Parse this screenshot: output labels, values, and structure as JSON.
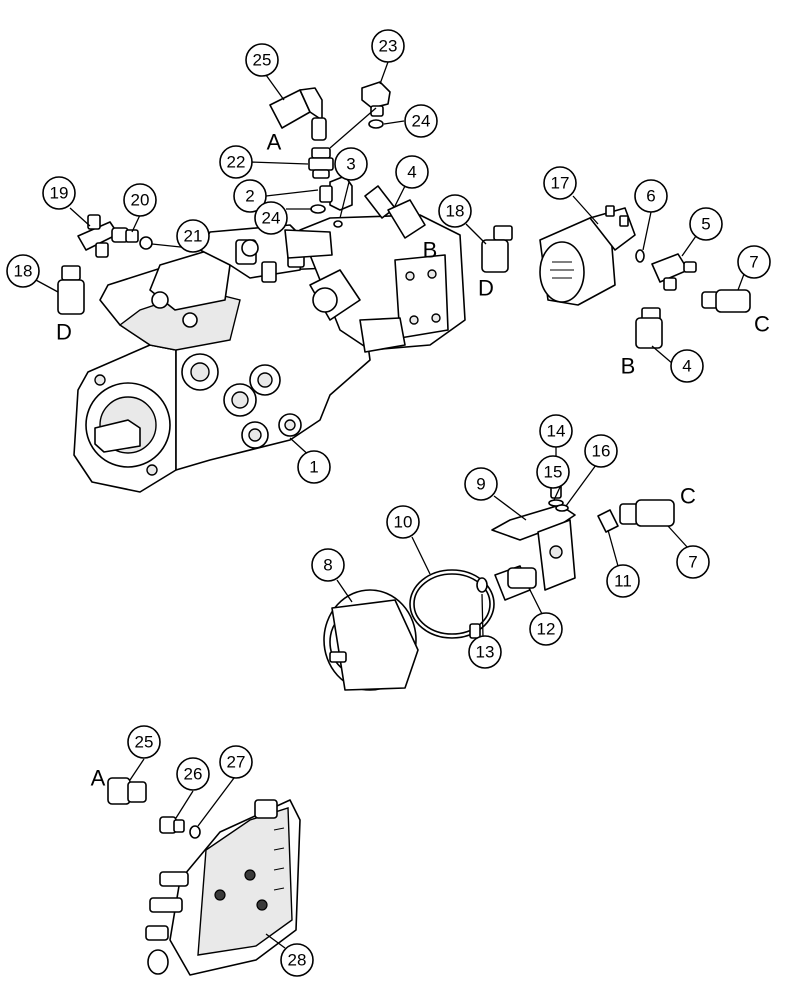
{
  "callouts": [
    {
      "id": "c1",
      "label": "1"
    },
    {
      "id": "c2",
      "label": "2"
    },
    {
      "id": "c3",
      "label": "3"
    },
    {
      "id": "c4a",
      "label": "4"
    },
    {
      "id": "c4b",
      "label": "4"
    },
    {
      "id": "c5",
      "label": "5"
    },
    {
      "id": "c6",
      "label": "6"
    },
    {
      "id": "c7a",
      "label": "7"
    },
    {
      "id": "c7b",
      "label": "7"
    },
    {
      "id": "c8",
      "label": "8"
    },
    {
      "id": "c9",
      "label": "9"
    },
    {
      "id": "c10",
      "label": "10"
    },
    {
      "id": "c11",
      "label": "11"
    },
    {
      "id": "c12",
      "label": "12"
    },
    {
      "id": "c13",
      "label": "13"
    },
    {
      "id": "c14",
      "label": "14"
    },
    {
      "id": "c15",
      "label": "15"
    },
    {
      "id": "c16",
      "label": "16"
    },
    {
      "id": "c17",
      "label": "17"
    },
    {
      "id": "c18a",
      "label": "18"
    },
    {
      "id": "c18b",
      "label": "18"
    },
    {
      "id": "c19",
      "label": "19"
    },
    {
      "id": "c20",
      "label": "20"
    },
    {
      "id": "c21",
      "label": "21"
    },
    {
      "id": "c22",
      "label": "22"
    },
    {
      "id": "c23",
      "label": "23"
    },
    {
      "id": "c24a",
      "label": "24"
    },
    {
      "id": "c24b",
      "label": "24"
    },
    {
      "id": "c25a",
      "label": "25"
    },
    {
      "id": "c25b",
      "label": "25"
    },
    {
      "id": "c26",
      "label": "26"
    },
    {
      "id": "c27",
      "label": "27"
    },
    {
      "id": "c28",
      "label": "28"
    }
  ],
  "connection_letters": [
    {
      "id": "A1",
      "label": "A"
    },
    {
      "id": "B1",
      "label": "B"
    },
    {
      "id": "D1",
      "label": "D"
    },
    {
      "id": "D2",
      "label": "D"
    },
    {
      "id": "C1",
      "label": "C"
    },
    {
      "id": "B2",
      "label": "B"
    },
    {
      "id": "C2",
      "label": "C"
    },
    {
      "id": "A2",
      "label": "A"
    }
  ]
}
